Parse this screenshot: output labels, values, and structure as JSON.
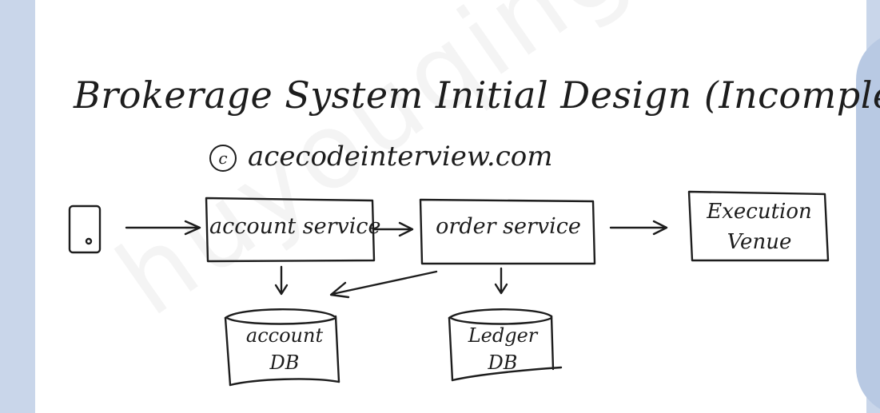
{
  "title": "Brokerage System Initial Design (Incomplete)",
  "copyright_mark": "c",
  "copyright_site": "acecodeinterview.com",
  "watermark_text": "huyouqingxin",
  "nodes": {
    "client": "",
    "account_service": "account service",
    "order_service": "order service",
    "execution_venue_line1": "Execution",
    "execution_venue_line2": "Venue",
    "account_db_line1": "account",
    "account_db_line2": "DB",
    "ledger_db_line1": "Ledger",
    "ledger_db_line2": "DB"
  },
  "colors": {
    "ink": "#1d1d1d",
    "background_frame": "#c9d6ea",
    "paper": "#ffffff"
  }
}
